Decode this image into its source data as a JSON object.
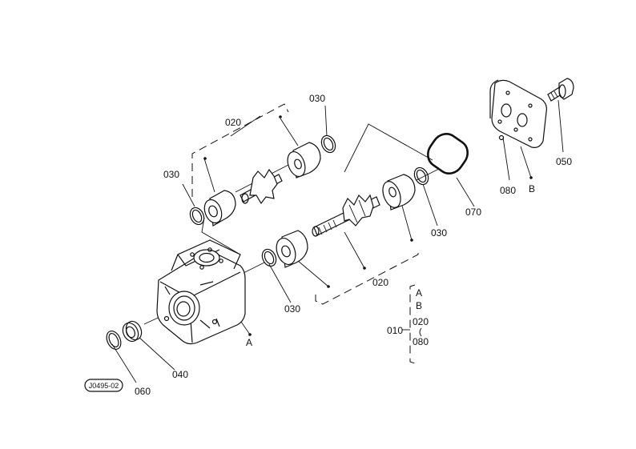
{
  "diagram": {
    "drawing_code": "J0495-02",
    "part_labels": {
      "p010": "010",
      "p020_upper": "020",
      "p020_lower": "020",
      "p020_legend": "020",
      "p030_upper_left": "030",
      "p030_upper_right": "030",
      "p030_lower_right": "030",
      "p030_lower_left": "030",
      "p040": "040",
      "p050": "050",
      "p060": "060",
      "p070": "070",
      "p080_cover": "080",
      "p080_legend": "080",
      "ref_a_housing": "A",
      "ref_b_cover": "B",
      "ref_a_legend": "A",
      "ref_b_legend": "B"
    }
  }
}
